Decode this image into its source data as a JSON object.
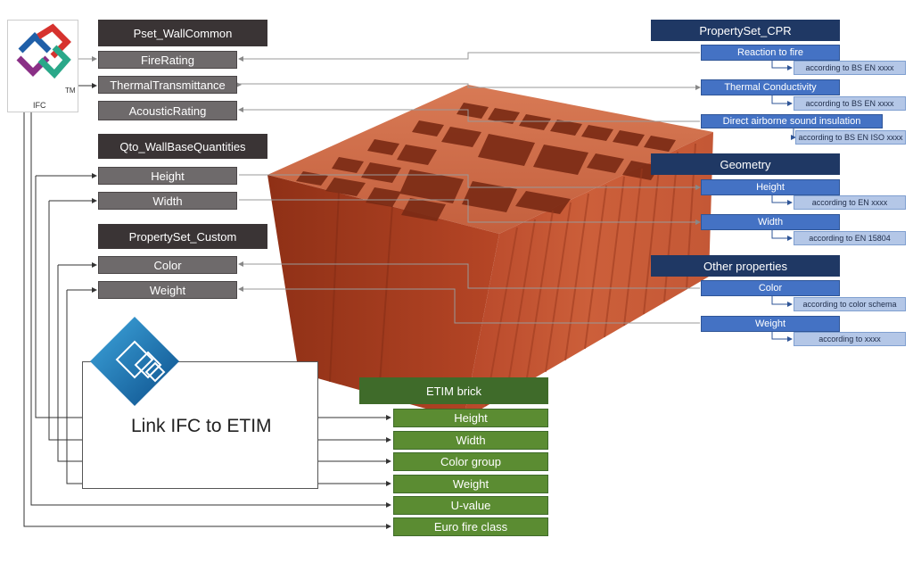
{
  "ifc_logo": {
    "caption": "IFC",
    "trademark": "TM"
  },
  "ifc": {
    "pset_wallcommon": {
      "title": "Pset_WallCommon",
      "items": [
        "FireRating",
        "ThermalTransmittance",
        "AcousticRating"
      ]
    },
    "qto_wallbase": {
      "title": "Qto_WallBaseQuantities",
      "items": [
        "Height",
        "Width"
      ]
    },
    "pset_custom": {
      "title": "PropertySet_Custom",
      "items": [
        "Color",
        "Weight"
      ]
    }
  },
  "link_box": {
    "label": "Link IFC to ETIM"
  },
  "cpr": {
    "propertyset_cpr": {
      "title": "PropertySet_CPR",
      "items": [
        {
          "label": "Reaction to fire",
          "standard": "according to BS EN xxxx"
        },
        {
          "label": "Thermal Conductivity",
          "standard": "according to BS EN xxxx"
        },
        {
          "label": "Direct airborne sound insulation",
          "standard": "according to BS EN ISO xxxx"
        }
      ]
    },
    "geometry": {
      "title": "Geometry",
      "items": [
        {
          "label": "Height",
          "standard": "according to EN xxxx"
        },
        {
          "label": "Width",
          "standard": "according to EN 15804"
        }
      ]
    },
    "other": {
      "title": "Other properties",
      "items": [
        {
          "label": "Color",
          "standard": "according to color schema"
        },
        {
          "label": "Weight",
          "standard": "according to xxxx"
        }
      ]
    }
  },
  "etim": {
    "title": "ETIM brick",
    "items": [
      "Height",
      "Width",
      "Color group",
      "Weight",
      "U-value",
      "Euro fire class"
    ]
  },
  "colors": {
    "ifc_header": "#3a3435",
    "ifc_property": "#6e6a6b",
    "cpr_header": "#1f3864",
    "cpr_property": "#4472c4",
    "cpr_standard": "#b4c7e7",
    "etim_header": "#3f6b2a",
    "etim_property": "#5b8c32",
    "brick": "#c65a36"
  }
}
